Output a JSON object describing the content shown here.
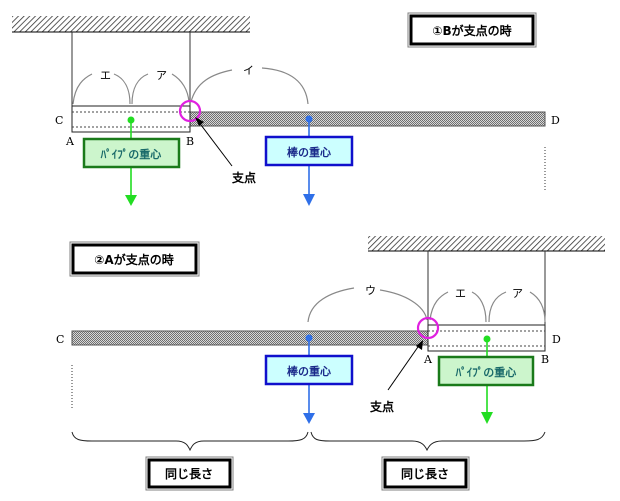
{
  "diagram1": {
    "title": "①Bが支点の時",
    "labels": {
      "C": "C",
      "A": "A",
      "B": "B",
      "D": "D"
    },
    "arcs": [
      "エ",
      "ア",
      "イ"
    ],
    "pipe_cg_label": "ﾊﾟｲﾌﾟの重心",
    "bar_cg_label": "棒の重心",
    "fulcrum_label": "支点"
  },
  "diagram2": {
    "title": "②Aが支点の時",
    "labels": {
      "C": "C",
      "A": "A",
      "B": "B",
      "D": "D"
    },
    "arcs": [
      "ウ",
      "エ",
      "ア"
    ],
    "pipe_cg_label": "ﾊﾟｲﾌﾟの重心",
    "bar_cg_label": "棒の重心",
    "fulcrum_label": "支点",
    "brace_labels": [
      "同じ長さ",
      "同じ長さ"
    ]
  },
  "colors": {
    "pipe_cg": "#22dd22",
    "pipe_box_fill": "#ccf5cc",
    "pipe_box_border": "#1a7a1a",
    "bar_cg": "#2f6fe8",
    "bar_box_fill": "#ccffff",
    "bar_box_border": "#1010cc",
    "fulcrum_circle": "#e020e0",
    "bar_fill": "#b0b0b0"
  }
}
